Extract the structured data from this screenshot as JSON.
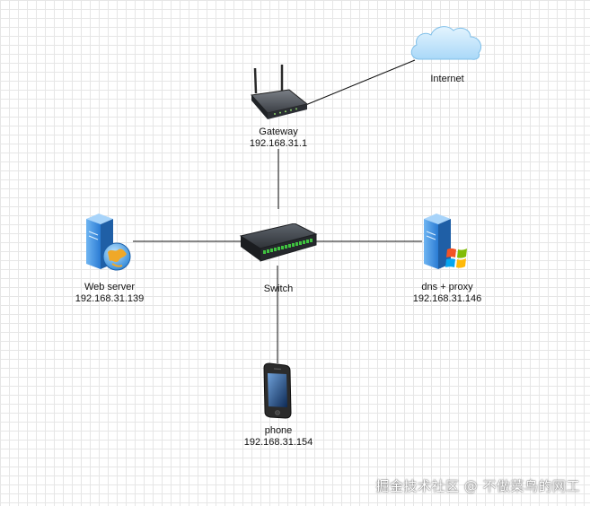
{
  "diagram": {
    "nodes": {
      "internet": {
        "name": "Internet",
        "ip": "",
        "icon": "cloud-icon"
      },
      "gateway": {
        "name": "Gateway",
        "ip": "192.168.31.1",
        "icon": "router-icon"
      },
      "switch": {
        "name": "Switch",
        "ip": "",
        "icon": "switch-icon"
      },
      "web_server": {
        "name": "Web server",
        "ip": "192.168.31.139",
        "icon": "web-server-icon"
      },
      "dns_proxy": {
        "name": "dns + proxy",
        "ip": "192.168.31.146",
        "icon": "windows-server-icon"
      },
      "phone": {
        "name": "phone",
        "ip": "192.168.31.154",
        "icon": "phone-icon"
      }
    },
    "connections": [
      {
        "from": "gateway",
        "to": "internet"
      },
      {
        "from": "gateway",
        "to": "switch"
      },
      {
        "from": "switch",
        "to": "web_server"
      },
      {
        "from": "switch",
        "to": "dns_proxy"
      },
      {
        "from": "switch",
        "to": "phone"
      }
    ]
  },
  "watermark": "掘金技术社区 @ 不做菜鸟的网工",
  "colors": {
    "grid": "#e6e6e6",
    "link": "#111111",
    "cloud": "#bfe3fb",
    "server": "#3d8fe0",
    "switch": "#2f3338",
    "switch_ports": "#3fc23f"
  }
}
